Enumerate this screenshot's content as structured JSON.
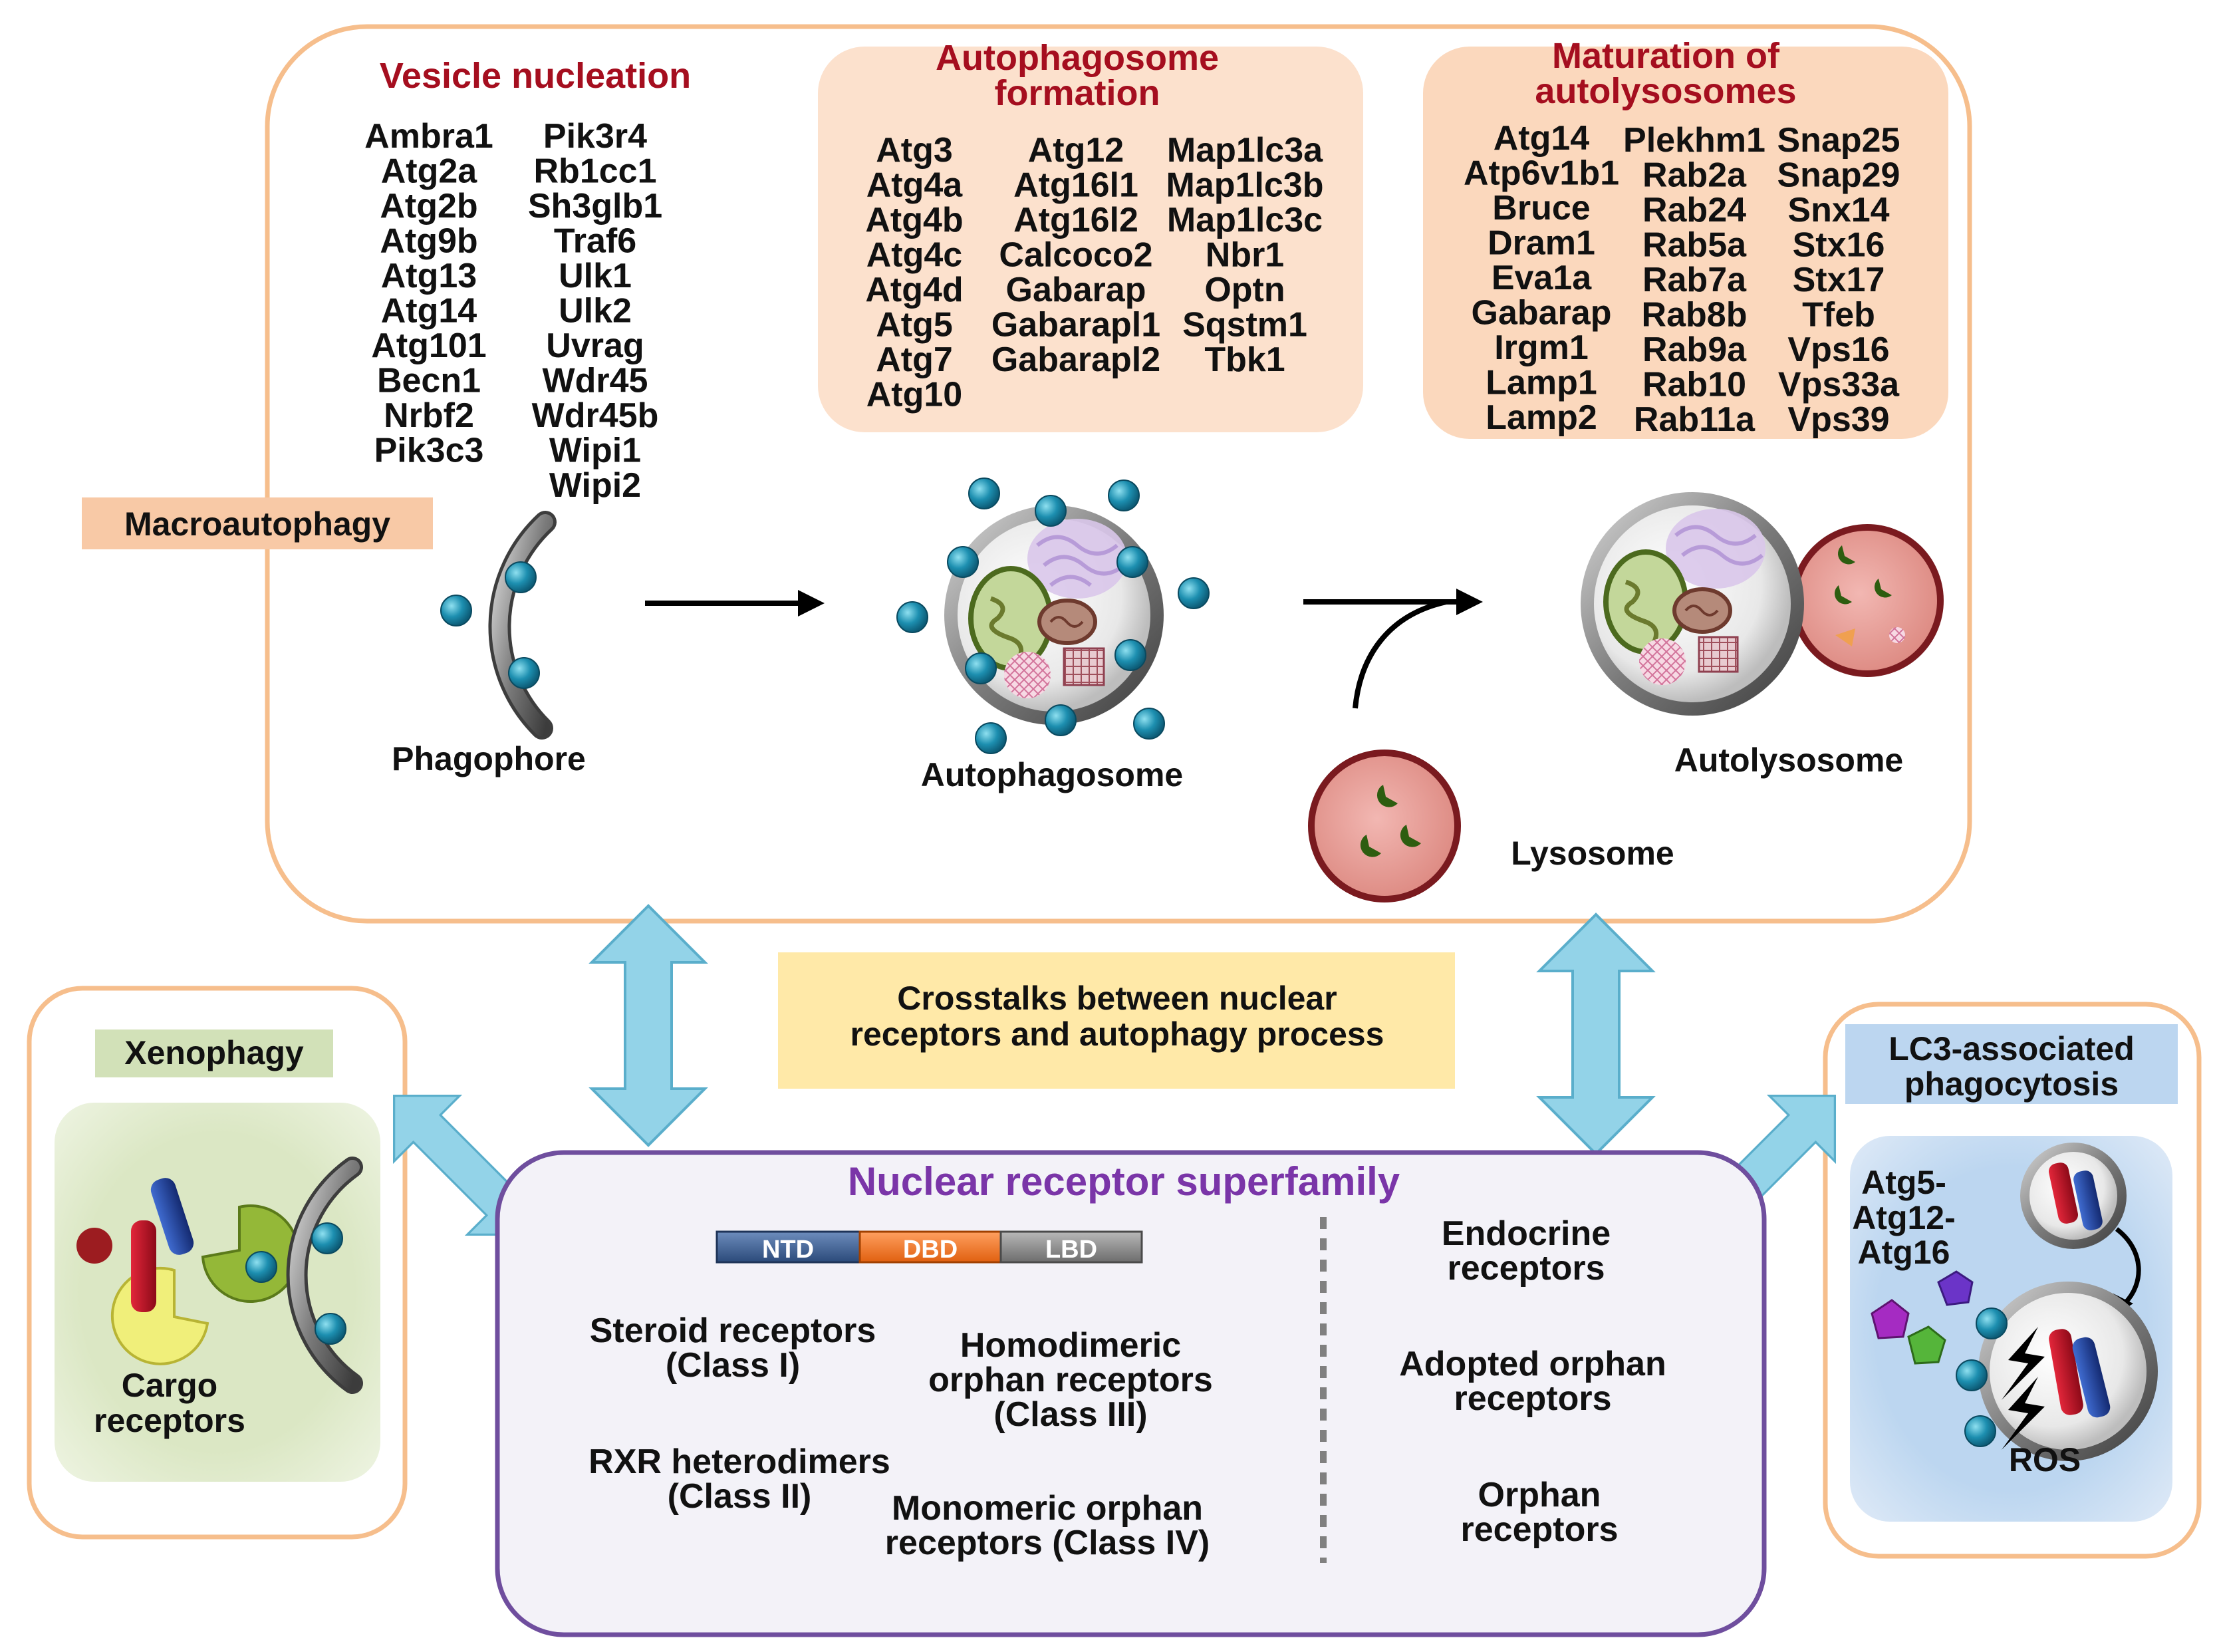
{
  "macroautophagy": {
    "label": "Macroautophagy",
    "vesicle_nucleation": {
      "title": "Vesicle nucleation",
      "col1": [
        "Ambra1",
        "Atg2a",
        "Atg2b",
        "Atg9b",
        "Atg13",
        "Atg14",
        "Atg101",
        "Becn1",
        "Nrbf2",
        "Pik3c3"
      ],
      "col2": [
        "Pik3r4",
        "Rb1cc1",
        "Sh3glb1",
        "Traf6",
        "Ulk1",
        "Ulk2",
        "Uvrag",
        "Wdr45",
        "Wdr45b",
        "Wipi1",
        "Wipi2"
      ]
    },
    "autophagosome_formation": {
      "title_line1": "Autophagosome",
      "title_line2": "formation",
      "col1": [
        "Atg3",
        "Atg4a",
        "Atg4b",
        "Atg4c",
        "Atg4d",
        "Atg5",
        "Atg7",
        "Atg10"
      ],
      "col2": [
        "Atg12",
        "Atg16l1",
        "Atg16l2",
        "Calcoco2",
        "Gabarap",
        "Gabarapl1",
        "Gabarapl2"
      ],
      "col3": [
        "Map1lc3a",
        "Map1lc3b",
        "Map1lc3c",
        "Nbr1",
        "Optn",
        "Sqstm1",
        "Tbk1"
      ]
    },
    "maturation": {
      "title_line1": "Maturation of",
      "title_line2": "autolysosomes",
      "col1": [
        "Atg14",
        "Atp6v1b1",
        "Bruce",
        "Dram1",
        "Eva1a",
        "Gabarap",
        "Irgm1",
        "Lamp1",
        "Lamp2"
      ],
      "col2": [
        "Plekhm1",
        "Rab2a",
        "Rab24",
        "Rab5a",
        "Rab7a",
        "Rab8b",
        "Rab9a",
        "Rab10",
        "Rab11a"
      ],
      "col3": [
        "Snap25",
        "Snap29",
        "Snx14",
        "Stx16",
        "Stx17",
        "Tfeb",
        "Vps16",
        "Vps33a",
        "Vps39"
      ]
    },
    "stages": {
      "phagophore": "Phagophore",
      "autophagosome": "Autophagosome",
      "lysosome": "Lysosome",
      "autolysosome": "Autolysosome"
    }
  },
  "crosstalk": {
    "line1": "Crosstalks between nuclear",
    "line2": "receptors and autophagy process"
  },
  "xenophagy": {
    "title": "Xenophagy",
    "cargo_line1": "Cargo",
    "cargo_line2": "receptors"
  },
  "lap": {
    "title_line1": "LC3-associated",
    "title_line2": "phagocytosis",
    "atg_line1": "Atg5-",
    "atg_line2": "Atg12-",
    "atg_line3": "Atg16",
    "ros": "ROS"
  },
  "nuclear": {
    "title": "Nuclear receptor superfamily",
    "domains": {
      "ntd": "NTD",
      "dbd": "DBD",
      "lbd": "LBD"
    },
    "steroid_line1": "Steroid receptors",
    "steroid_line2": "(Class I)",
    "rxr_line1": "RXR heterodimers",
    "rxr_line2": "(Class II)",
    "homo_line1": "Homodimeric",
    "homo_line2": "orphan receptors",
    "homo_line3": "(Class III)",
    "mono_line1": "Monomeric orphan",
    "mono_line2": "receptors (Class IV)",
    "endocrine_line1": "Endocrine",
    "endocrine_line2": "receptors",
    "adopted_line1": "Adopted orphan",
    "adopted_line2": "receptors",
    "orphan_line1": "Orphan",
    "orphan_line2": "receptors"
  },
  "colors": {
    "orange_border": "#f6be8c",
    "red_heading": "#a50e1f",
    "purple_border": "#6f4e9e",
    "purple_heading": "#7a35a8",
    "arrow_blue": "#8fd0e6",
    "gene_bg": "#fbdcc4",
    "crosstalk_bg": "#ffe9a8"
  }
}
